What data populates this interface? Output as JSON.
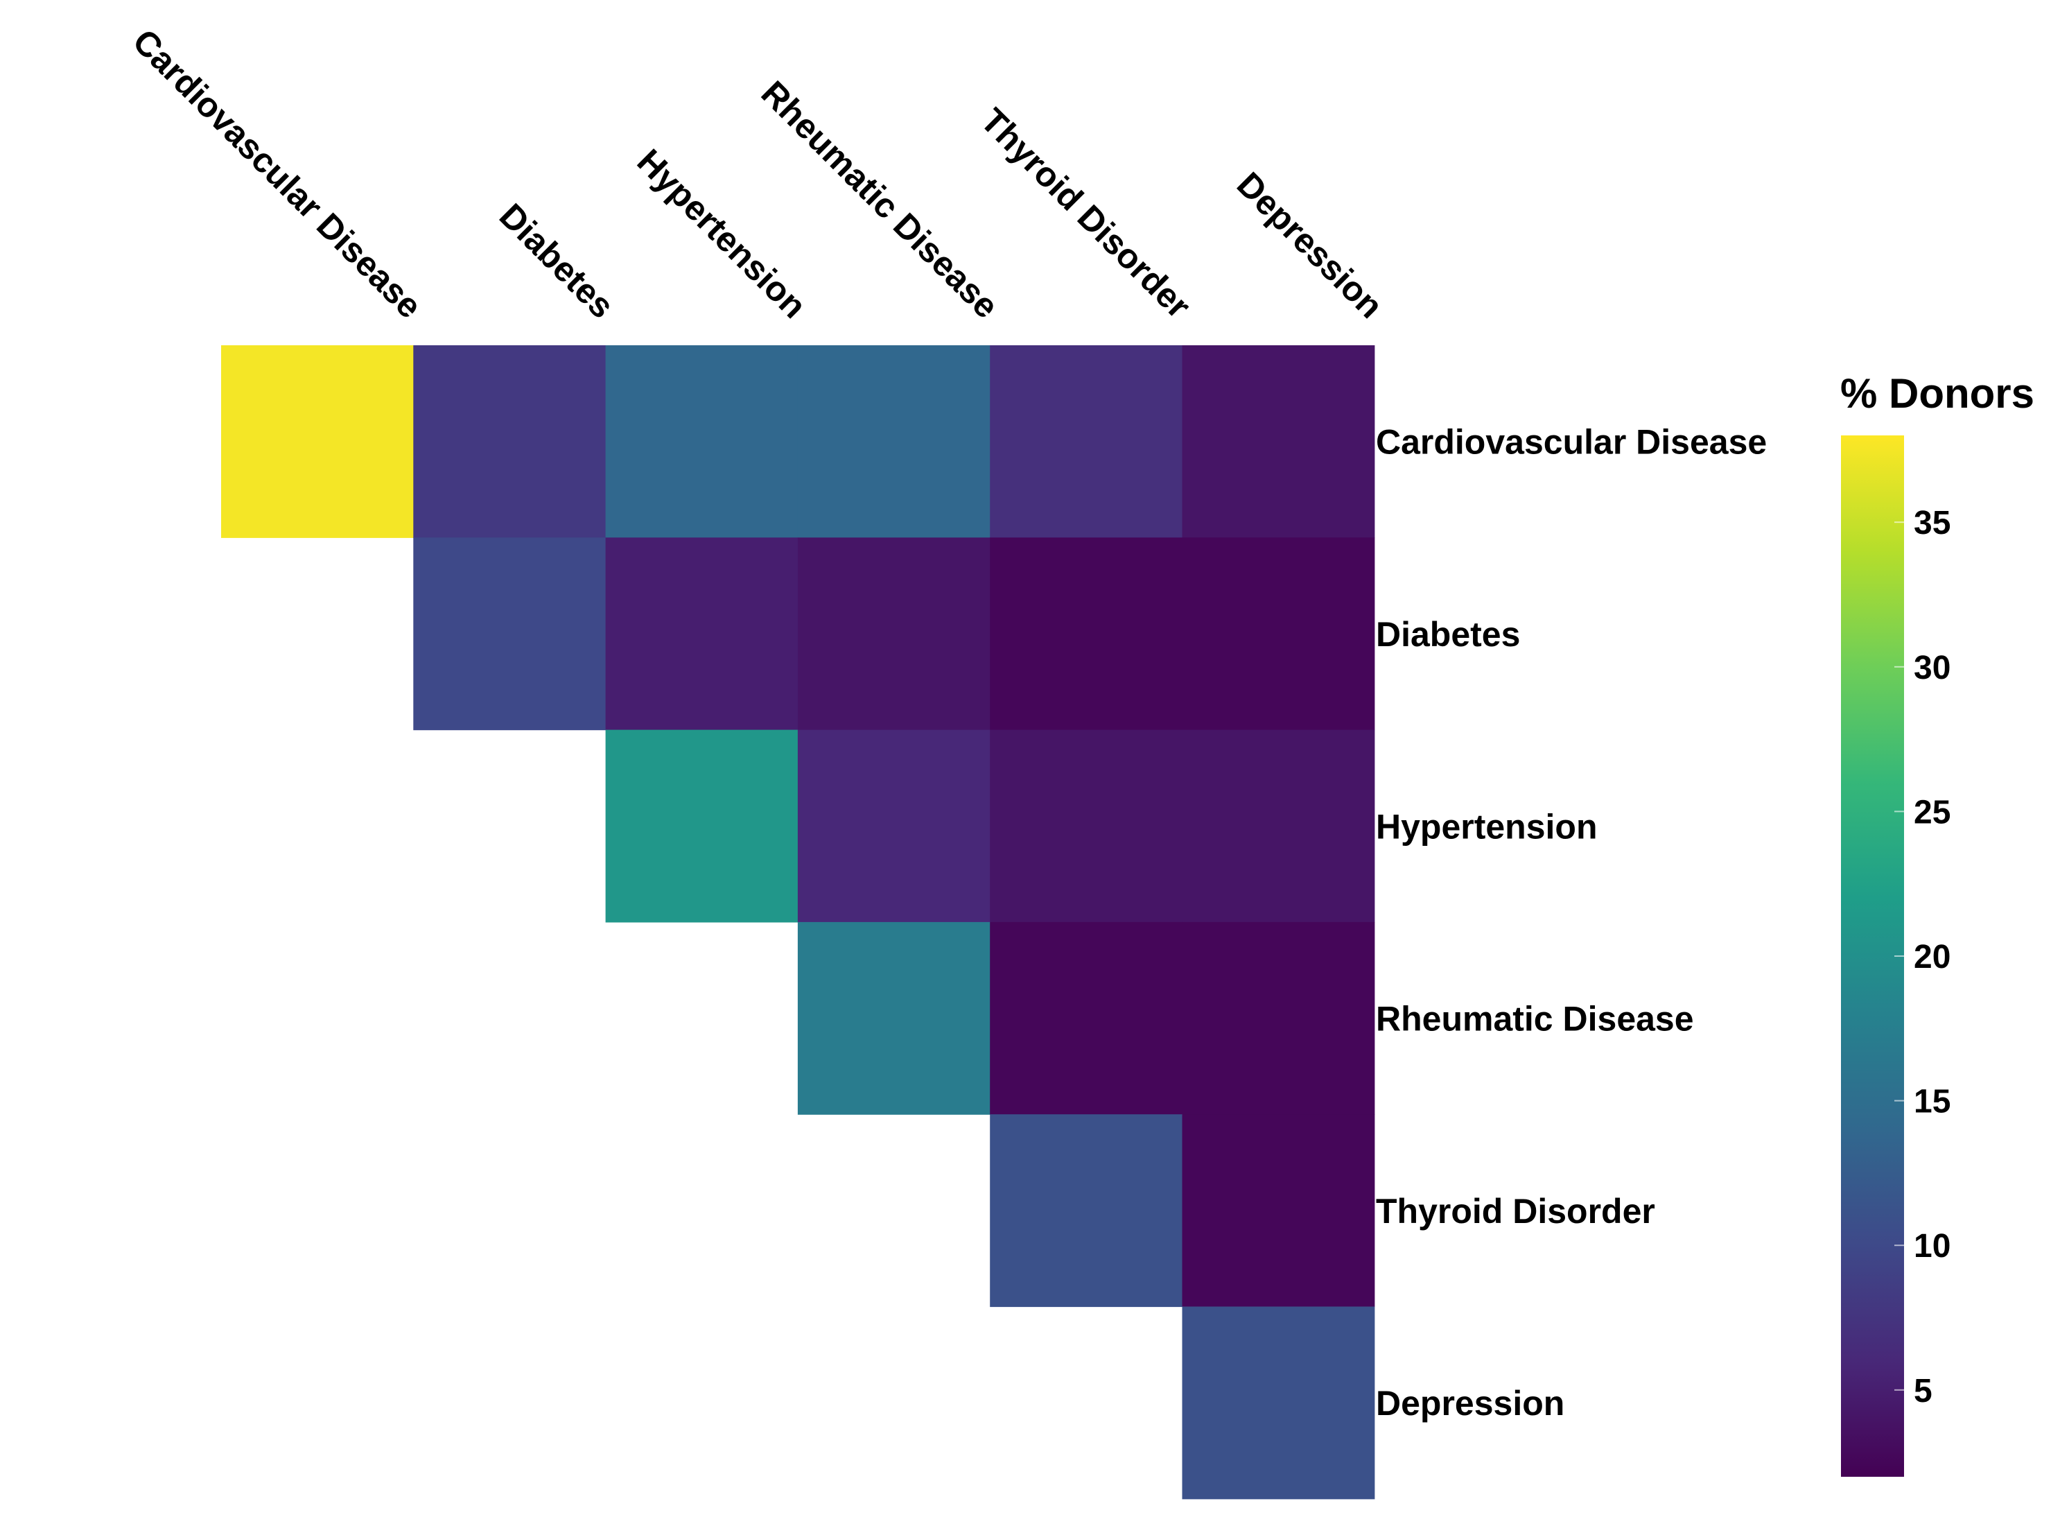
{
  "chart_data": {
    "type": "heatmap",
    "categories": [
      "Cardiovascular Disease",
      "Diabetes",
      "Hypertension",
      "Rheumatic Disease",
      "Thyroid Disorder",
      "Depression"
    ],
    "cells": [
      {
        "row": 0,
        "col": 0,
        "value": 37.5
      },
      {
        "row": 0,
        "col": 1,
        "value": 8
      },
      {
        "row": 0,
        "col": 2,
        "value": 14
      },
      {
        "row": 0,
        "col": 3,
        "value": 14
      },
      {
        "row": 0,
        "col": 4,
        "value": 7
      },
      {
        "row": 0,
        "col": 5,
        "value": 4
      },
      {
        "row": 1,
        "col": 1,
        "value": 10
      },
      {
        "row": 1,
        "col": 2,
        "value": 5
      },
      {
        "row": 1,
        "col": 3,
        "value": 4
      },
      {
        "row": 1,
        "col": 4,
        "value": 2.5
      },
      {
        "row": 1,
        "col": 5,
        "value": 2.5
      },
      {
        "row": 2,
        "col": 2,
        "value": 21
      },
      {
        "row": 2,
        "col": 3,
        "value": 6
      },
      {
        "row": 2,
        "col": 4,
        "value": 4
      },
      {
        "row": 2,
        "col": 5,
        "value": 4
      },
      {
        "row": 3,
        "col": 3,
        "value": 17
      },
      {
        "row": 3,
        "col": 4,
        "value": 2.5
      },
      {
        "row": 3,
        "col": 5,
        "value": 2.5
      },
      {
        "row": 4,
        "col": 4,
        "value": 11
      },
      {
        "row": 4,
        "col": 5,
        "value": 2.5
      },
      {
        "row": 5,
        "col": 5,
        "value": 11
      }
    ],
    "colorbar": {
      "title": "% Donors",
      "min": 2,
      "max": 38,
      "ticks": [
        5,
        10,
        15,
        20,
        25,
        30,
        35
      ],
      "colormap": "viridis"
    },
    "colors": {
      "viridis": [
        "#440154",
        "#482878",
        "#3e4989",
        "#31688e",
        "#26828e",
        "#1f9e89",
        "#35b779",
        "#6ece58",
        "#b5de2b",
        "#fde725"
      ]
    }
  }
}
